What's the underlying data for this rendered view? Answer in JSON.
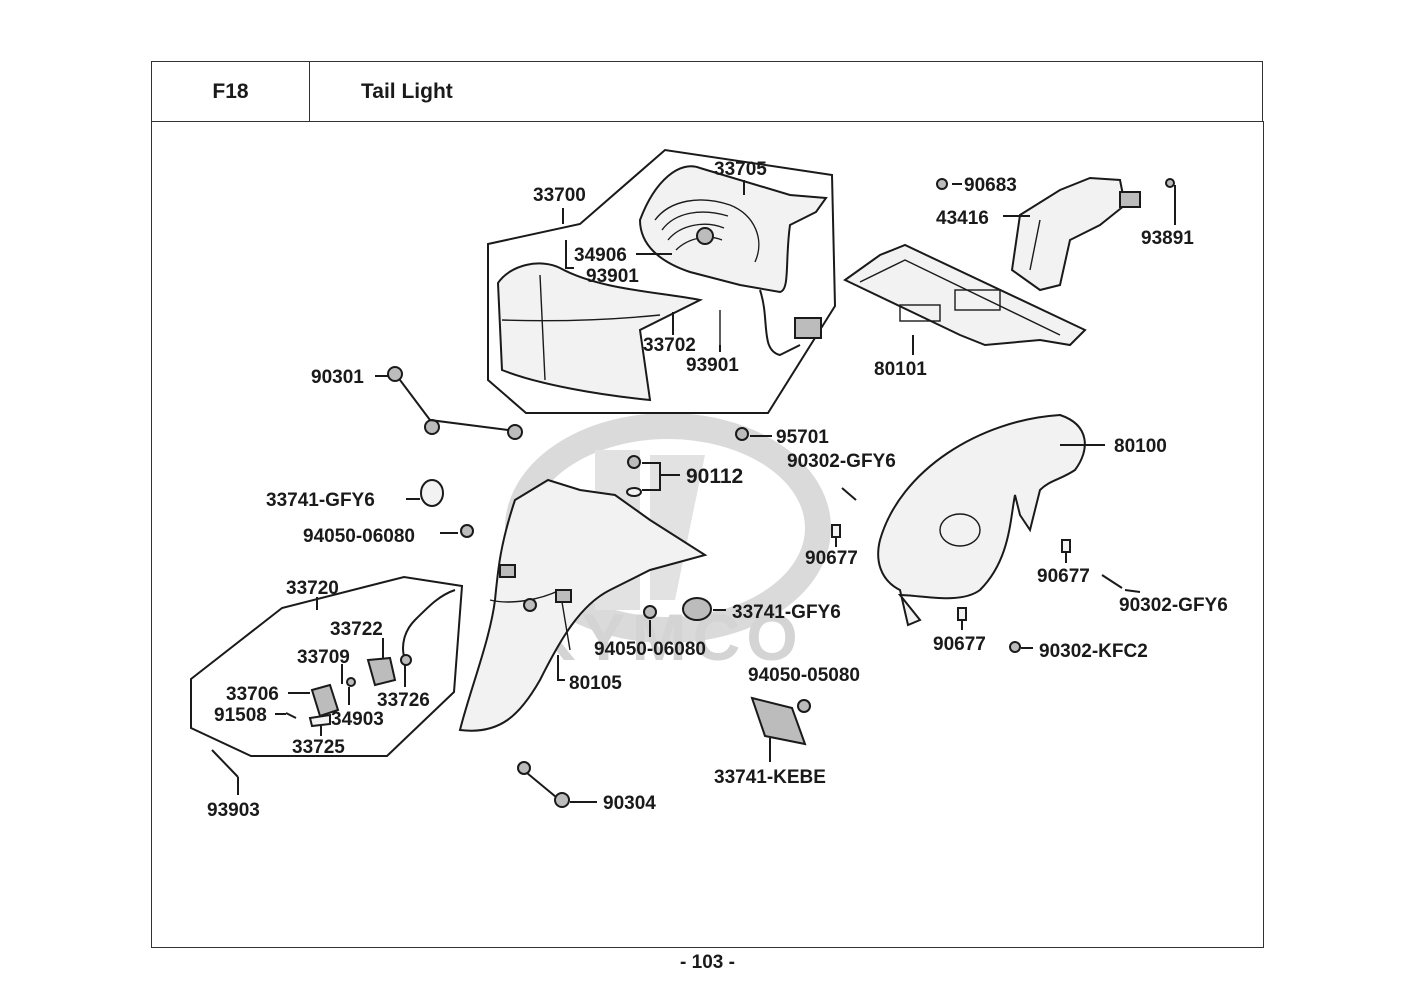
{
  "header": {
    "code": "F18",
    "title": "Tail Light"
  },
  "footer": {
    "page_number": "- 103 -"
  },
  "watermark": {
    "brand": "KYMCO"
  },
  "callouts": {
    "p33700": "33700",
    "p33705": "33705",
    "p34906": "34906",
    "p93901a": "93901",
    "p33702": "33702",
    "p93901b": "93901",
    "p90683": "90683",
    "p43416": "43416",
    "p93891": "93891",
    "p80101": "80101",
    "p90301": "90301",
    "p95701": "95701",
    "p90112": "90112",
    "p90302_gfy6_a": "90302-GFY6",
    "p80100": "80100",
    "p33741_gfy6_a": "33741-GFY6",
    "p94050_06080_a": "94050-06080",
    "p90677_a": "90677",
    "p90677_b": "90677",
    "p90302_gfy6_b": "90302-GFY6",
    "p33720": "33720",
    "p33722": "33722",
    "p33709": "33709",
    "p33726": "33726",
    "p33706": "33706",
    "p91508": "91508",
    "p34903": "34903",
    "p33725": "33725",
    "p33741_gfy6_b": "33741-GFY6",
    "p94050_06080_b": "94050-06080",
    "p80105": "80105",
    "p94050_05080": "94050-05080",
    "p90677_c": "90677",
    "p90302_kfc2": "90302-KFC2",
    "p33741_kebe": "33741-KEBE",
    "p93903": "93903",
    "p90304": "90304"
  }
}
